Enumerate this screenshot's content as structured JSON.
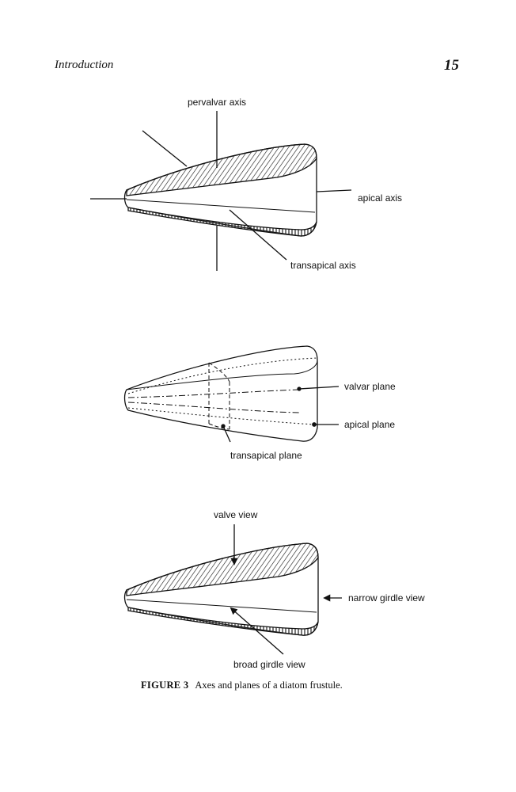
{
  "header": {
    "running_head": "Introduction",
    "page_number": "15"
  },
  "figure": {
    "panel_axes": {
      "pervalvar_label": "pervalvar axis",
      "apical_label": "apical axis",
      "transapical_label": "transapical axis"
    },
    "panel_planes": {
      "valvar_label": "valvar plane",
      "apical_label": "apical plane",
      "transapical_label": "transapical plane"
    },
    "panel_views": {
      "valve_view_label": "valve view",
      "narrow_girdle_label": "narrow girdle view",
      "broad_girdle_label": "broad girdle view"
    },
    "caption_label": "FIGURE 3",
    "caption_text": "Axes and planes of a diatom frustule."
  }
}
